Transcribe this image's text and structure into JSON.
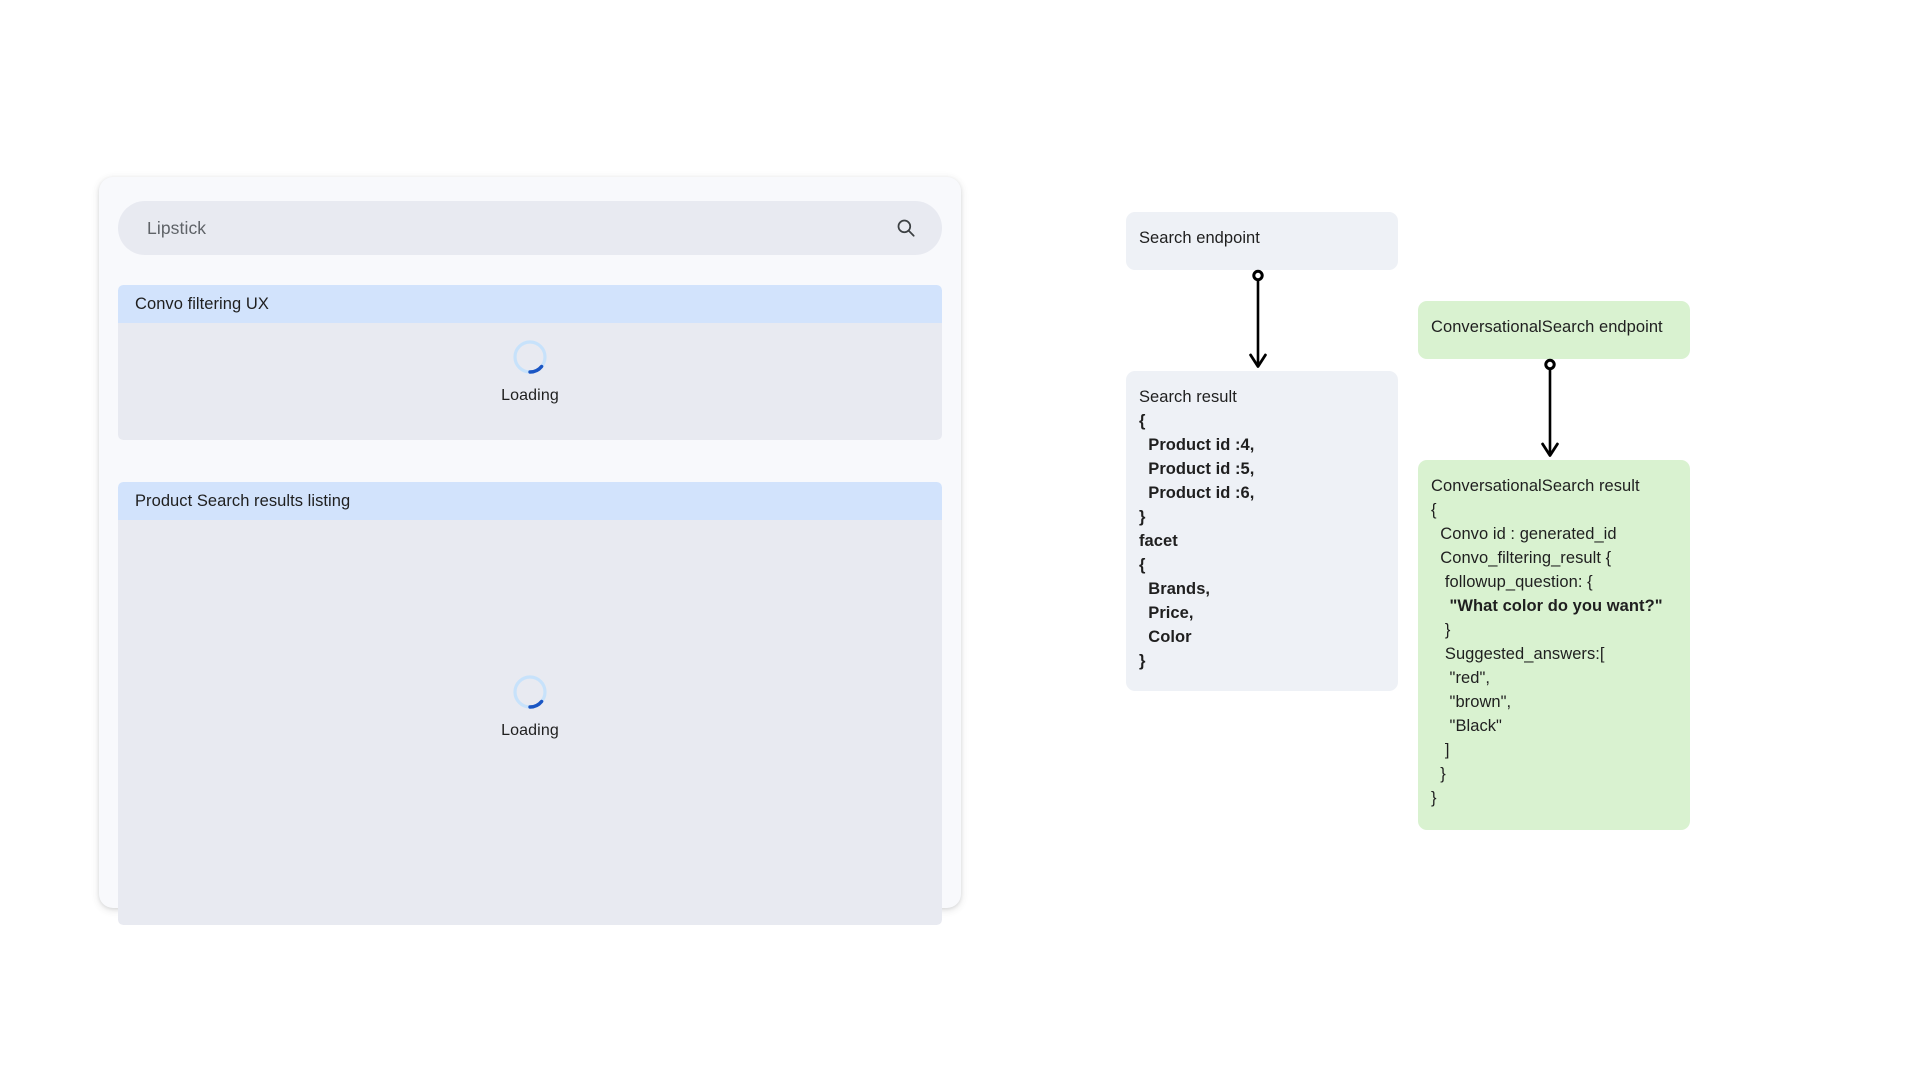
{
  "mockup": {
    "search": {
      "value": "Lipstick",
      "placeholder": "Lipstick",
      "icon": "search-icon"
    },
    "sections": [
      {
        "id": "convo",
        "title": "Convo filtering UX",
        "state": "loading",
        "loading_label": "Loading",
        "spinner_icon": "spinner-icon"
      },
      {
        "id": "listing",
        "title": "Product Search results listing",
        "state": "loading",
        "loading_label": "Loading",
        "spinner_icon": "spinner-icon"
      }
    ]
  },
  "diagram": {
    "nodes": {
      "search_endpoint": {
        "title": "Search endpoint",
        "color": "#eef1f6"
      },
      "search_result": {
        "title": "Search result",
        "color": "#eef1f6",
        "lines": [
          "{",
          "  Product id :4,",
          "  Product id :5,",
          "  Product id :6,",
          "}",
          "facet",
          "{",
          "  Brands,",
          "  Price,",
          "  Color",
          "}"
        ]
      },
      "conversational_search_endpoint": {
        "title": "ConversationalSearch endpoint",
        "color": "#d9f2d0"
      },
      "conversational_search_result": {
        "title": "ConversationalSearch result",
        "color": "#d9f2d0",
        "lines": [
          {
            "text": "{",
            "bold": false
          },
          {
            "text": "  Convo id : generated_id",
            "bold": false
          },
          {
            "text": "  Convo_filtering_result {",
            "bold": false
          },
          {
            "text": "   followup_question: {",
            "bold": false
          },
          {
            "text": "    \"What color do you want?\"",
            "bold": true
          },
          {
            "text": "   }",
            "bold": false
          },
          {
            "text": "   Suggested_answers:[",
            "bold": false
          },
          {
            "text": "    \"red\",",
            "bold": false
          },
          {
            "text": "    \"brown\",",
            "bold": false
          },
          {
            "text": "    \"Black\"",
            "bold": false
          },
          {
            "text": "   ]",
            "bold": false
          },
          {
            "text": "  }",
            "bold": false
          },
          {
            "text": "}",
            "bold": false
          }
        ]
      }
    },
    "connectors": [
      {
        "id": "search-flow",
        "from": "search_endpoint",
        "to": "search_result",
        "icon": "down-arrow-icon"
      },
      {
        "id": "cs-flow",
        "from": "conversational_search_endpoint",
        "to": "conversational_search_result",
        "icon": "down-arrow-icon"
      }
    ]
  },
  "colors": {
    "page_background": "#ffffff",
    "card_background": "#f8f9fc",
    "field_background": "#e8eaf1",
    "section_header": "#d2e3fc",
    "section_body": "#e8eaf1",
    "node_grey": "#eef1f6",
    "node_green": "#d9f2d0",
    "spinner_track": "#c7e2fb",
    "spinner_arc": "#1a56c4",
    "text_primary": "#1f1f1f",
    "text_muted": "#5f6368",
    "connector_stroke": "#000000"
  }
}
